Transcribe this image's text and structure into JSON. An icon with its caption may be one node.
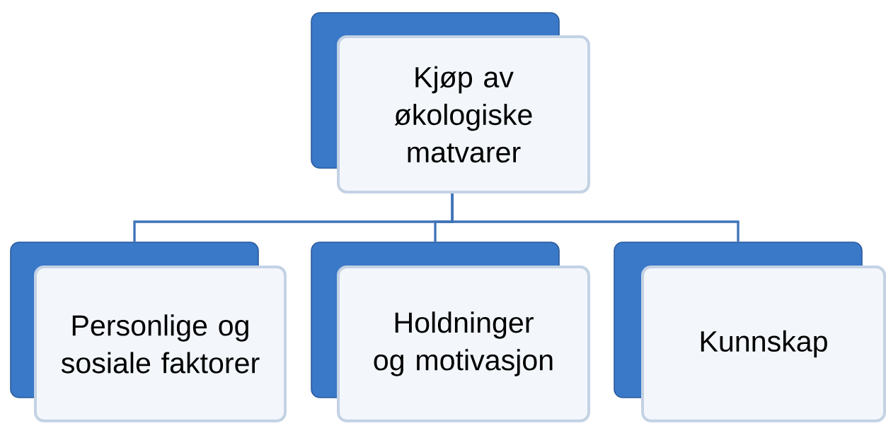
{
  "diagram": {
    "nodes": [
      {
        "text": [
          "Kjøp av økologiske matvarer"
        ]
      },
      {
        "text": [
          "Personlige og sosiale faktorer"
        ]
      },
      {
        "text": [
          "Holdninger og motivasjon"
        ]
      },
      {
        "text": [
          "Kunnskap"
        ]
      }
    ],
    "edges": [
      {
        "from": 0,
        "to": 1,
        "arrow": "none"
      },
      {
        "from": 0,
        "to": 2,
        "arrow": "none"
      },
      {
        "from": 0,
        "to": 3,
        "arrow": "none"
      }
    ]
  }
}
